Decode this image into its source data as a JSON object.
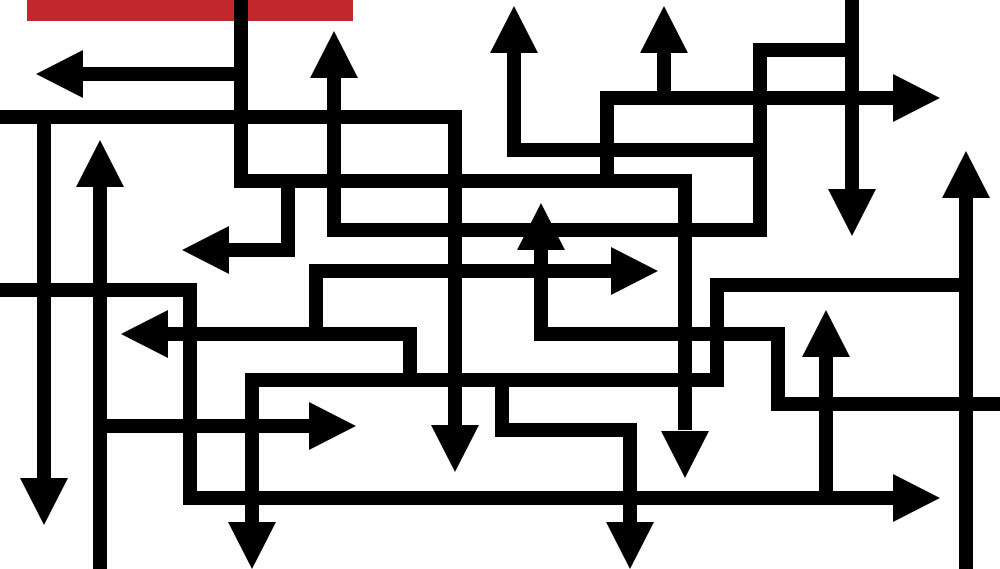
{
  "colors": {
    "background": "#ffffff",
    "line": "#000000",
    "highlight": "#c1272d"
  },
  "diagram": {
    "type": "arrow-maze",
    "highlight_bar": {
      "color": "#c1272d"
    },
    "path_count": 20,
    "arrowhead_directions": [
      "left",
      "up",
      "up",
      "up",
      "right",
      "down",
      "down",
      "up",
      "left",
      "right",
      "left",
      "up",
      "up",
      "right",
      "down",
      "down",
      "down",
      "down",
      "right",
      "down"
    ]
  }
}
